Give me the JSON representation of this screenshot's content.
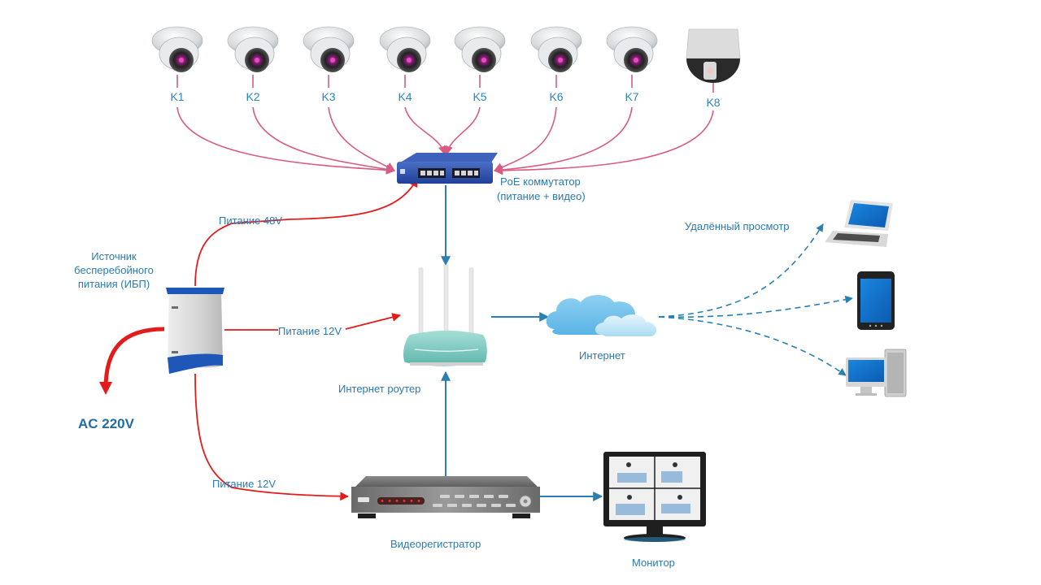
{
  "title": "Схема видеонаблюдения с PoE коммутатором",
  "colors": {
    "label": "#2b7bb0",
    "video_link": "#d95b82",
    "power_link": "#e31b1b",
    "network_link": "#2a7fb3"
  },
  "cameras": [
    {
      "id": "K1",
      "type": "dome"
    },
    {
      "id": "K2",
      "type": "dome"
    },
    {
      "id": "K3",
      "type": "dome"
    },
    {
      "id": "K4",
      "type": "dome"
    },
    {
      "id": "K5",
      "type": "dome"
    },
    {
      "id": "K6",
      "type": "dome"
    },
    {
      "id": "K7",
      "type": "dome"
    },
    {
      "id": "K8",
      "type": "ptz-dome"
    }
  ],
  "switch": {
    "label_line1": "PoE коммутатор",
    "label_line2": "(питание + видео)"
  },
  "ups": {
    "label_line1": "Источник",
    "label_line2": "бесперебойного",
    "label_line3": "питания (ИБП)"
  },
  "mains": {
    "label": "AC 220V"
  },
  "power_links": {
    "to_switch": "Питание 48V",
    "to_router": "Питание 12V",
    "to_dvr": "Питание 12V"
  },
  "router": {
    "label": "Интернет роутер"
  },
  "internet": {
    "label": "Интернет"
  },
  "remote": {
    "label": "Удалённый просмотр",
    "devices": [
      {
        "name": "laptop"
      },
      {
        "name": "tablet"
      },
      {
        "name": "desktop"
      }
    ]
  },
  "dvr": {
    "label": "Видеорегистратор"
  },
  "monitor": {
    "label": "Монитор"
  }
}
